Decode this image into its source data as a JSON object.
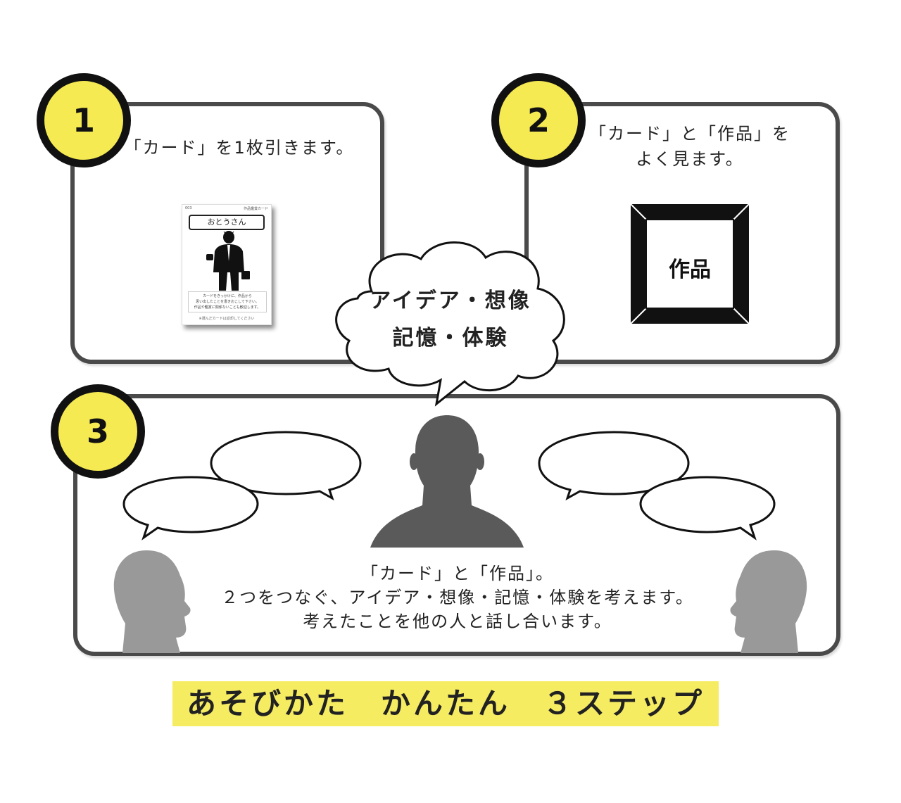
{
  "steps": [
    {
      "number": "1",
      "caption": "「カード」を1枚引きます。"
    },
    {
      "number": "2",
      "caption_line1": "「カード」と「作品」を",
      "caption_line2": "よく見ます。"
    },
    {
      "number": "3",
      "line1": "「カード」と「作品」。",
      "line2": "２つをつなぐ、アイデア・想像・記憶・体験を考えます。",
      "line3": "考えたことを他の人と話し合います。"
    }
  ],
  "card": {
    "title": "おとうさん",
    "tiny_left": "003",
    "tiny_right": "作品鑑賞カード",
    "text_line1": "カードをきっかけに、作品から",
    "text_line2": "思い出したことを書きおこして下さい。",
    "text_line3": "作品や鑑賞に関係ないことも歓迎します。",
    "footer": "※選んだカードは返却してください"
  },
  "frame_label": "作品",
  "thought": {
    "line1": "アイデア・想像",
    "line2": "記憶・体験"
  },
  "footer_title": "あそびかた　かんたん　３ステップ",
  "colors": {
    "badge_yellow": "#f6ea52",
    "panel_border": "#4a4a4a",
    "silhouette_dark": "#5a5a5a",
    "silhouette_light": "#999999"
  }
}
